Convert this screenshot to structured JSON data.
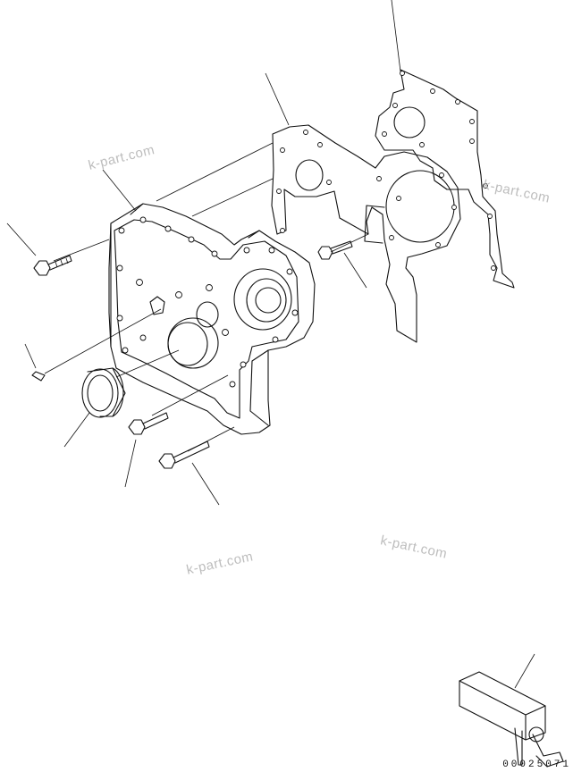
{
  "watermarks": [
    "k-part.com",
    "k-part.com",
    "k-part.com",
    "k-part.com"
  ],
  "drawing_id": "00025071"
}
